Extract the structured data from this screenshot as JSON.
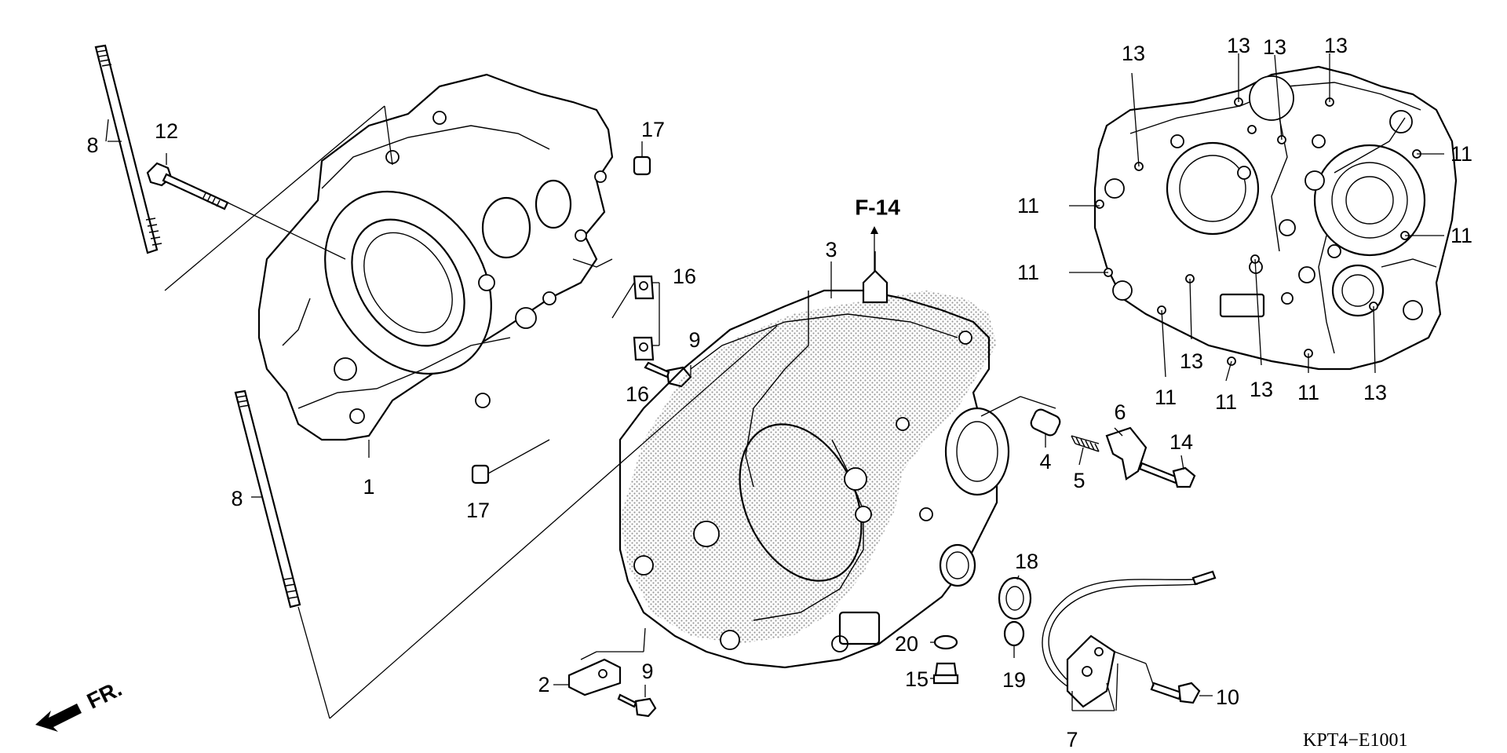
{
  "callouts": {
    "c1": "1",
    "c2": "2",
    "c3": "3",
    "c4": "4",
    "c5": "5",
    "c6": "6",
    "c7": "7",
    "c8a": "8",
    "c8b": "8",
    "c9a": "9",
    "c9b": "9",
    "c10": "10",
    "c11a": "11",
    "c11b": "11",
    "c11c": "11",
    "c11d": "11",
    "c11e": "11",
    "c11f": "11",
    "c11g": "11",
    "c12": "12",
    "c13a": "13",
    "c13b": "13",
    "c13c": "13",
    "c13d": "13",
    "c13e": "13",
    "c13f": "13",
    "c13g": "13",
    "c14": "14",
    "c15": "15",
    "c16a": "16",
    "c16b": "16",
    "c17a": "17",
    "c17b": "17",
    "c18": "18",
    "c19": "19",
    "c20": "20"
  },
  "reference": "F-14",
  "front_label": "FR.",
  "diagram_code": "KPT4−E1001"
}
